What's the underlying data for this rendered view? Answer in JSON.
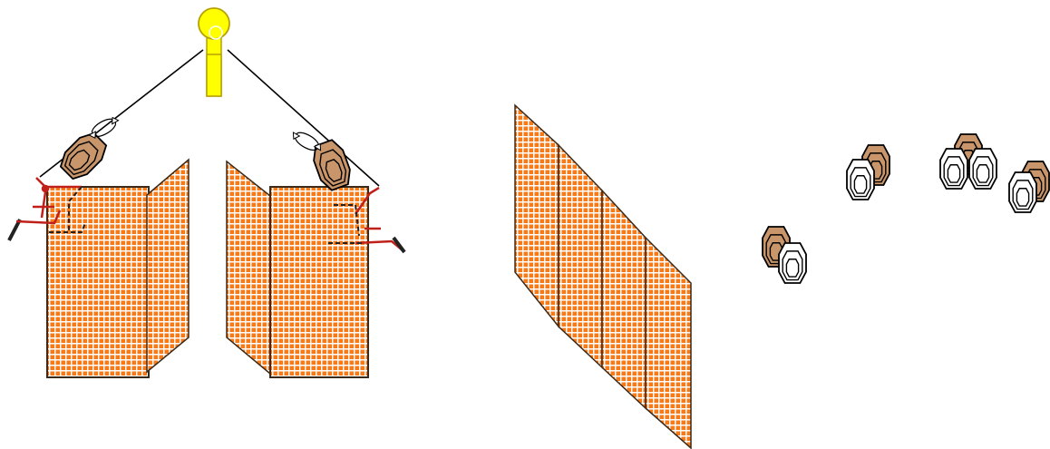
{
  "colors": {
    "mesh_fill": "#f47a1a",
    "mesh_line": "#ffffff",
    "mesh_edge": "#3a2a1a",
    "target_fill": "#c8966a",
    "target_outline": "#000000",
    "target_white": "#ffffff",
    "clamp_red": "#c0201a",
    "lamp_yellow": "#ffff00",
    "lamp_outline": "#b8a000",
    "wire": "#000000"
  },
  "icons": {
    "light": "lamp-icon",
    "rotate": "rotate-arrow-icon",
    "target": "silhouette-target-icon"
  },
  "scene": {
    "left_panel": "swinging-target-setup",
    "middle_panel": "mesh-wall-row",
    "right_panel": "target-groups"
  }
}
